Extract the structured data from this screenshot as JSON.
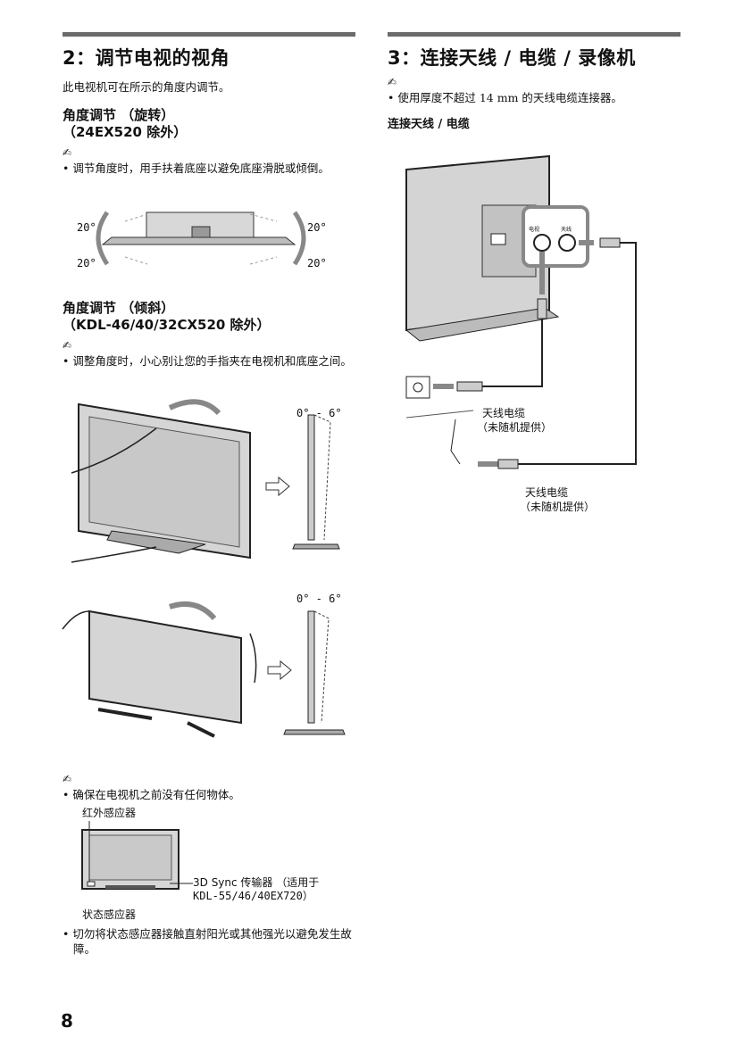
{
  "left": {
    "section_title": "2：调节电视的视角",
    "intro": "此电视机可在所示的角度内调节。",
    "swivel": {
      "title_line1": "角度调节 （旋转）",
      "title_line2": "（24EX520 除外）",
      "note_icon": "pencil-note-icon",
      "bullet": "调节角度时，用手扶着底座以避免底座滑脱或倾倒。",
      "angle_tl": "20°",
      "angle_tr": "20°",
      "angle_bl": "20°",
      "angle_br": "20°"
    },
    "tilt": {
      "title_line1": "角度调节 （倾斜）",
      "title_line2": "（KDL-46/40/32CX520 除外）",
      "bullet": "调整角度时，小心别让您的手指夹在电视机和底座之间。",
      "range_1": "0° - 6°",
      "range_2": "0° - 6°"
    },
    "front": {
      "bullet": "确保在电视机之前没有任何物体。",
      "ir_sensor": "红外感应器",
      "sync_line1": "3D Sync 传输器 （适用于",
      "sync_line2": "KDL-55/46/40EX720）",
      "status_sensor": "状态感应器",
      "bullet2": "切勿将状态感应器接触直射阳光或其他强光以避免发生故障。"
    }
  },
  "right": {
    "section_title": "3：连接天线 / 电缆 / 录像机",
    "bullet": "使用厚度不超过 14 mm 的天线电缆连接器。",
    "subheading": "连接天线 / 电缆",
    "port_left": "电视",
    "port_right": "天线",
    "cable1_line1": "天线电缆",
    "cable1_line2": "（未随机提供）",
    "cable2_line1": "天线电缆",
    "cable2_line2": "（未随机提供）"
  },
  "page_number": "8"
}
